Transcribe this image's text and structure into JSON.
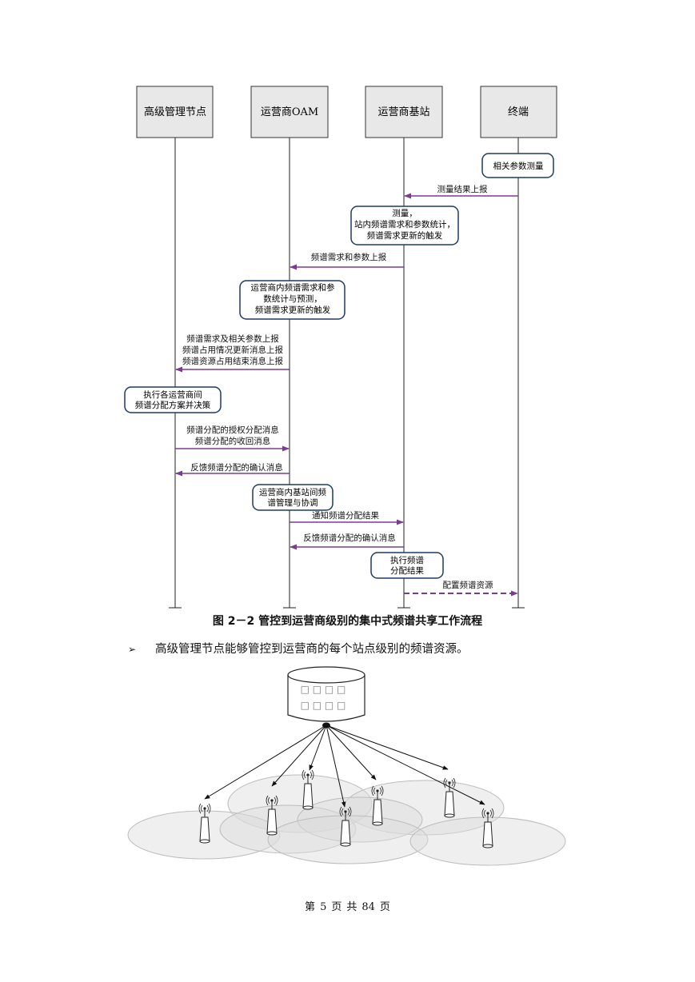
{
  "sequence": {
    "actors": [
      "高级管理节点",
      "运营商OAM",
      "运营商基站",
      "终端"
    ],
    "boxes": [
      [
        "相关参数测量"
      ],
      [
        "测量，",
        "站内频谱需求和参数统计，",
        "频谱需求更新的触发"
      ],
      [
        "运营商内频谱需求和参",
        "数统计与预测，",
        "频谱需求更新的触发"
      ],
      [
        "执行各运营商间",
        "频谱分配方案并决策"
      ],
      [
        "运营商内基站间频",
        "谱管理与协调"
      ],
      [
        "执行频谱",
        "分配结果"
      ]
    ],
    "messages": [
      [
        "测量结果上报"
      ],
      [
        "频谱需求和参数上报"
      ],
      [
        "频谱需求及相关参数上报",
        "频谱占用情况更新消息上报",
        "频谱资源占用结束消息上报"
      ],
      [
        "频谱分配的授权分配消息",
        "频谱分配的收回消息"
      ],
      [
        "反馈频谱分配的确认消息"
      ],
      [
        "通知频谱分配结果"
      ],
      [
        "反馈频谱分配的确认消息"
      ],
      [
        "配置频谱资源"
      ]
    ],
    "arrow_color": "#7a3b94"
  },
  "caption": "图 2－2 管控到运营商级别的集中式频谱共享工作流程",
  "bullet": {
    "marker": "➢",
    "text": "高级管理节点能够管控到运营商的每个站点级别的频谱资源。"
  },
  "server_label_rows": [
    "□ □ □ □",
    "□ □ □ □"
  ],
  "footer": {
    "p1": "第",
    "page": "5",
    "p2": "页",
    "p3": "共",
    "total": "84",
    "p4": "页"
  }
}
